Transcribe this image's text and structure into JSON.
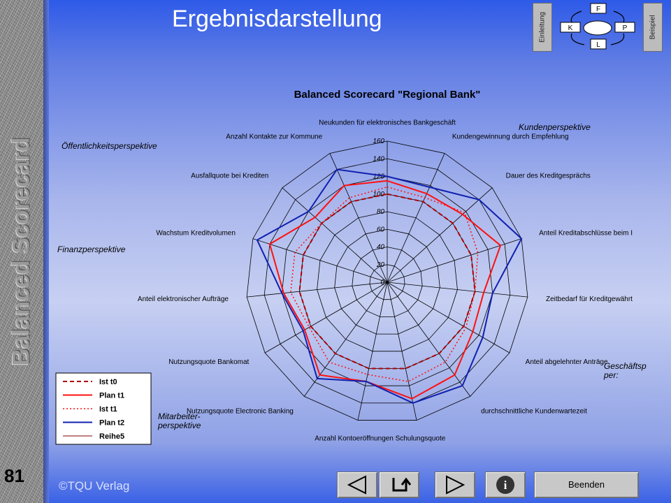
{
  "page": {
    "title": "Ergebnisdarstellung",
    "side_title": "Balanced Scorecard",
    "page_number": "81",
    "footer": "©TQU Verlag",
    "tab_left": "Einleitung",
    "tab_right": "Beispiel",
    "diagram_letters": {
      "top": "F",
      "left": "K",
      "right": "P",
      "bottom": "L"
    },
    "beenden_label": "Beenden"
  },
  "chart_data": {
    "type": "radar",
    "title": "Balanced Scorecard \"Regional Bank\"",
    "rmax": 160,
    "rticks": [
      "0",
      "20",
      "40",
      "60",
      "80",
      "100",
      "120",
      "140",
      "160"
    ],
    "categories": [
      "Neukunden für elektronisches Bankgeschäft",
      "Kundengewinnung durch Empfehlung",
      "Dauer des Kreditgesprächs",
      "Anteil Kreditabschlüsse beim I",
      "Zeitbedarf für Kreditgewährt",
      "Anteil abgelehnter Anträge",
      "durchschnittliche Kundenwartezeit",
      "Schulungsquote",
      "Anzahl Kontoeröffnungen",
      "Nutzungsquote Electronic Banking",
      "Nutzungsquote Bankomat",
      "Anteil elektronischer Aufträge",
      "Wachstum Kreditvolumen",
      "Ausfallquote bei Krediten",
      "Anzahl Kontakte zur Kommune"
    ],
    "perspectives": [
      {
        "label": "Kundenperspektive"
      },
      {
        "label": "Öffentlichkeitsperspektive"
      },
      {
        "label": "Finanzperspektive"
      },
      {
        "label": "Geschäftsp\nper:"
      },
      {
        "label": "Mitarbeiter-\nperspektive"
      }
    ],
    "series": [
      {
        "name": "Ist t0",
        "color": "#b00000",
        "dash": "6,4",
        "width": 2,
        "values": [
          100,
          100,
          100,
          100,
          100,
          100,
          100,
          100,
          100,
          100,
          100,
          100,
          100,
          100,
          100
        ]
      },
      {
        "name": "Plan t1",
        "color": "#ff1010",
        "dash": "",
        "width": 2,
        "values": [
          115,
          110,
          115,
          135,
          110,
          112,
          130,
          135,
          115,
          130,
          108,
          118,
          140,
          110,
          120
        ]
      },
      {
        "name": "Ist t1",
        "color": "#ff1010",
        "dash": "2,3",
        "width": 1.5,
        "values": [
          108,
          105,
          118,
          108,
          100,
          103,
          112,
          115,
          107,
          112,
          102,
          110,
          110,
          100,
          105
        ]
      },
      {
        "name": "Plan t2",
        "color": "#1020b0",
        "dash": "",
        "width": 2,
        "values": [
          120,
          118,
          140,
          160,
          120,
          125,
          145,
          140,
          115,
          135,
          110,
          120,
          155,
          120,
          140
        ]
      },
      {
        "name": "Reihe5",
        "color": "#800000",
        "dash": "",
        "width": 1,
        "values": []
      }
    ]
  }
}
